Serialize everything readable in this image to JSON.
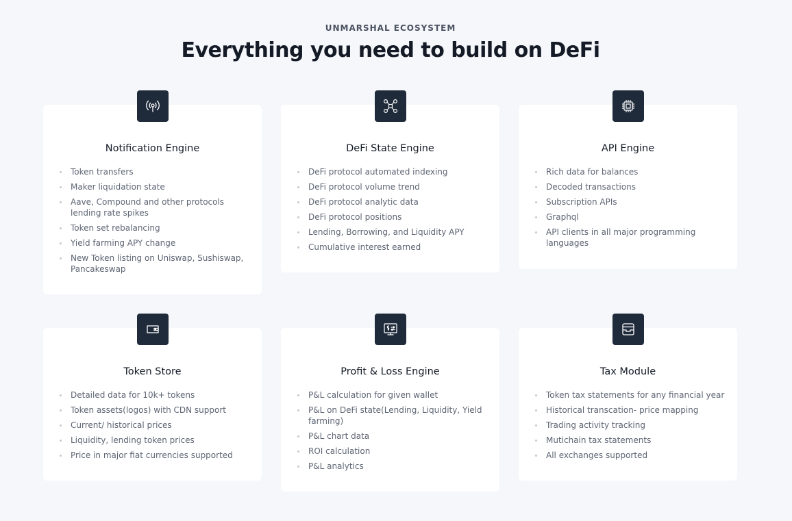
{
  "header": {
    "eyebrow": "UNMARSHAL ECOSYSTEM",
    "title": "Everything you need to build on DeFi"
  },
  "cards": [
    {
      "icon": "broadcast-icon",
      "title": "Notification Engine",
      "items": [
        "Token transfers",
        "Maker liquidation state",
        "Aave, Compound and other protocols lending rate spikes",
        "Token set rebalancing",
        "Yield farming APY change",
        "New Token listing on Uniswap, Sushiswap, Pancakeswap"
      ]
    },
    {
      "icon": "network-nodes-icon",
      "title": "DeFi State Engine",
      "items": [
        "DeFi protocol automated indexing",
        "DeFi protocol volume trend",
        "DeFi protocol analytic data",
        "DeFi protocol positions",
        "Lending, Borrowing, and Liquidity APY",
        "Cumulative interest earned"
      ]
    },
    {
      "icon": "cpu-chip-icon",
      "title": "API Engine",
      "items": [
        "Rich data for balances",
        "Decoded transactions",
        "Subscription APIs",
        "Graphql",
        "API clients in all major programming languages"
      ]
    },
    {
      "icon": "wallet-icon",
      "title": "Token Store",
      "items": [
        "Detailed data for 10k+ tokens",
        "Token assets(logos) with CDN support",
        "Current/ historical prices",
        "Liquidity, lending token prices",
        "Price in major fiat currencies supported"
      ]
    },
    {
      "icon": "finance-monitor-icon",
      "title": "Profit & Loss Engine",
      "items": [
        "P&L calculation for given wallet",
        "P&L on DeFi state(Lending, Liquidity, Yield farming)",
        "P&L chart data",
        "ROI calculation",
        "P&L analytics"
      ]
    },
    {
      "icon": "archive-box-icon",
      "title": "Tax Module",
      "items": [
        "Token tax statements for any financial year",
        "Historical transcation- price mapping",
        "Trading activity tracking",
        "Mutichain tax statements",
        "All exchanges supported"
      ]
    }
  ]
}
